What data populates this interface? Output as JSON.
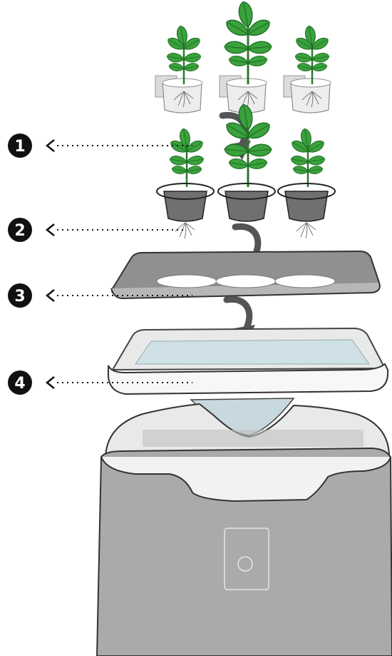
{
  "steps": [
    {
      "number": "1"
    },
    {
      "number": "2"
    },
    {
      "number": "3"
    },
    {
      "number": "4"
    }
  ],
  "colors": {
    "leaf": "#3aa23c",
    "leaf_dark": "#1e6b24",
    "device_body": "#a9aaab",
    "tray": "#8e9091",
    "water": "#cfe0e6",
    "marker": "#111111"
  }
}
